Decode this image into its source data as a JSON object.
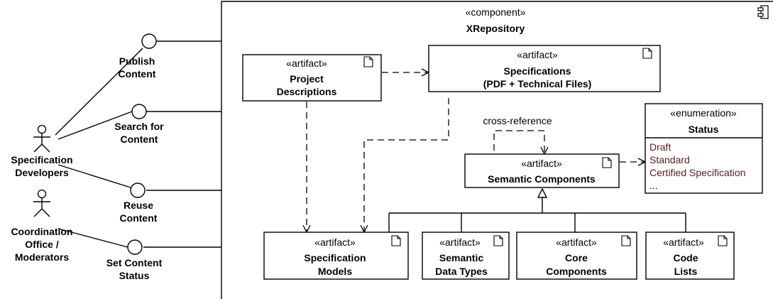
{
  "component": {
    "stereotype": "«component»",
    "name": "XRepository"
  },
  "actors": [
    {
      "lines": [
        "Specification",
        "Developers"
      ]
    },
    {
      "lines": [
        "Coordination",
        "Office /",
        "Moderators"
      ]
    }
  ],
  "interfaces": [
    {
      "lines": [
        "Publish",
        "Content"
      ]
    },
    {
      "lines": [
        "Search for",
        "Content"
      ]
    },
    {
      "lines": [
        "Reuse",
        "Content"
      ]
    },
    {
      "lines": [
        "Set Content",
        "Status"
      ]
    }
  ],
  "artifacts": {
    "stereotype": "«artifact»",
    "project_descriptions": [
      "Project",
      "Descriptions"
    ],
    "specifications": [
      "Specifications",
      "(PDF + Technical Files)"
    ],
    "semantic_components": [
      "Semantic Components"
    ],
    "specification_models": [
      "Specification",
      "Models"
    ],
    "semantic_data_types": [
      "Semantic",
      "Data Types"
    ],
    "core_components": [
      "Core",
      "Components"
    ],
    "code_lists": [
      "Code",
      "Lists"
    ]
  },
  "enumeration": {
    "stereotype": "«enumeration»",
    "name": "Status",
    "literals": [
      "Draft",
      "Standard",
      "Certified Specification",
      "..."
    ]
  },
  "labels": {
    "cross_reference": "cross-reference"
  }
}
